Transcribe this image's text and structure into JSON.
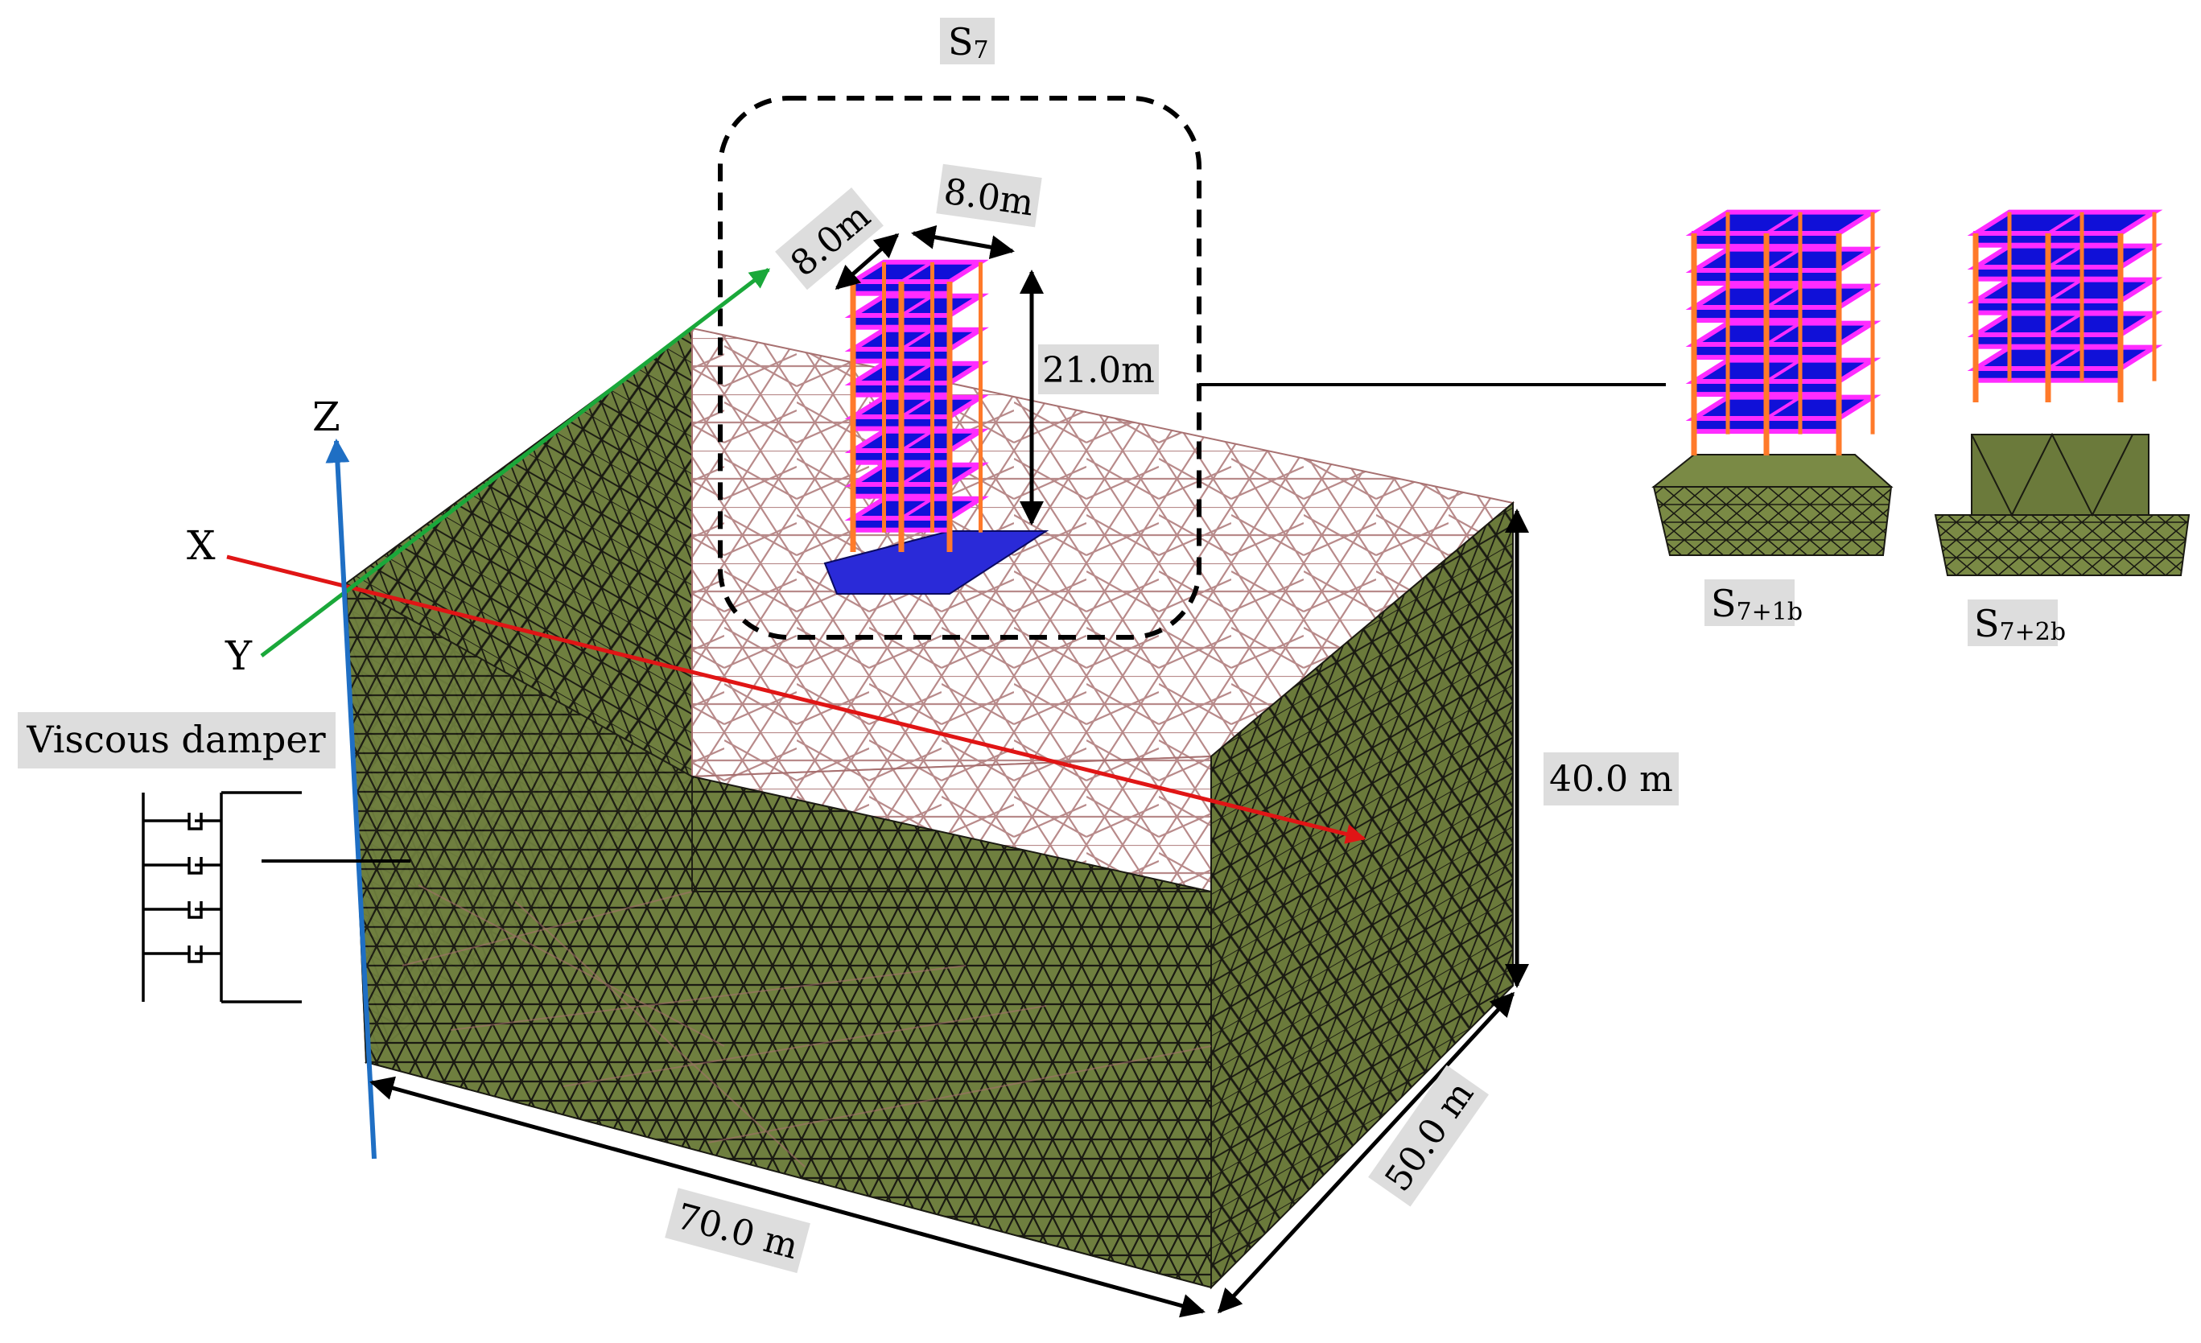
{
  "labels": {
    "s7": {
      "main": "S",
      "sub": "7"
    },
    "s7_1b": {
      "main": "S",
      "sub": "7+1b"
    },
    "s7_2b": {
      "main": "S",
      "sub": "7+2b"
    },
    "dim_8_left": "8.0m",
    "dim_8_top": "8.0m",
    "dim_21": "21.0m",
    "dim_40": "40.0 m",
    "dim_50": "50.0 m",
    "dim_70": "70.0 m",
    "axis_x": "X",
    "axis_y": "Y",
    "axis_z": "Z",
    "viscous_damper": "Viscous damper"
  },
  "colors": {
    "soil_fill": "#6f7f3f",
    "soil_mesh": "#1a1a12",
    "soil_inner": "#a77070",
    "pink_mesh": "#b88a8a",
    "frame_magenta": "#ff2cff",
    "column_orange": "#ff7a2a",
    "slab_blue": "#1010d8",
    "label_bg": "#dddddd",
    "axis_x": "#e01515",
    "axis_y": "#1aa83a",
    "axis_z": "#1f6fc4"
  }
}
